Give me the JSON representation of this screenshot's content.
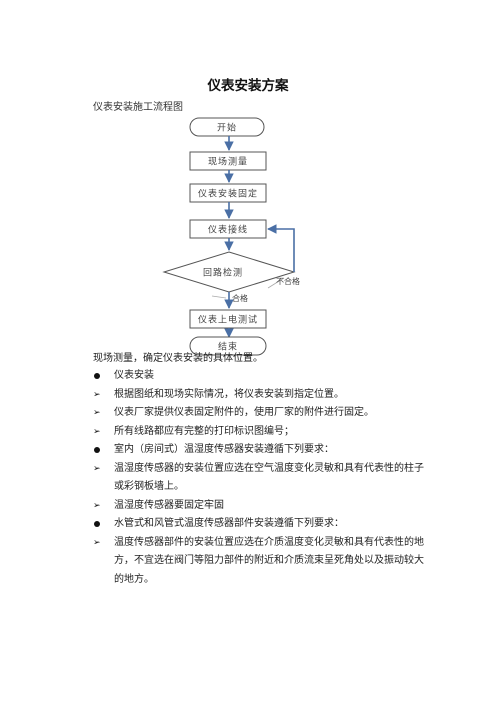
{
  "document": {
    "title": "仪表安装方案",
    "subtitle": "仪表安装施工流程图",
    "flowchart": {
      "start": "开始",
      "step1": "现场测量",
      "step2": "仪表安装固定",
      "step3": "仪表接线",
      "decision": "回路检测",
      "fail_label": "不合格",
      "pass_label": "合格",
      "step4": "仪表上电测试",
      "end": "结束"
    },
    "intro": "现场测量，确定仪表安装的具体位置。",
    "items": [
      {
        "bullet": "dot",
        "text": "仪表安装"
      },
      {
        "bullet": "arrow",
        "text": "根据图纸和现场实际情况，将仪表安装到指定位置。"
      },
      {
        "bullet": "arrow",
        "text": "仪表厂家提供仪表固定附件的，使用厂家的附件进行固定。"
      },
      {
        "bullet": "arrow",
        "text": "所有线路都应有完整的打印标识图编号；"
      },
      {
        "bullet": "dot",
        "text": "室内（房间式）温湿度传感器安装遵循下列要求："
      },
      {
        "bullet": "arrow",
        "text": "温湿度传感器的安装位置应选在空气温度变化灵敏和具有代表性的柱子或彩钢板墙上。"
      },
      {
        "bullet": "arrow",
        "text": "温湿度传感器要固定牢固"
      },
      {
        "bullet": "dot",
        "text": "水管式和风管式温度传感器部件安装遵循下列要求："
      },
      {
        "bullet": "arrow",
        "text": "温度传感器部件的安装位置应选在介质温度变化灵敏和具有代表性的地方，不宜选在阀门等阻力部件的附近和介质流束呈死角处以及振动较大的地方。"
      }
    ],
    "colors": {
      "flow_stroke": "#555555",
      "connector": "#4a6fa5",
      "fail_leader": "#aaaaaa"
    }
  }
}
